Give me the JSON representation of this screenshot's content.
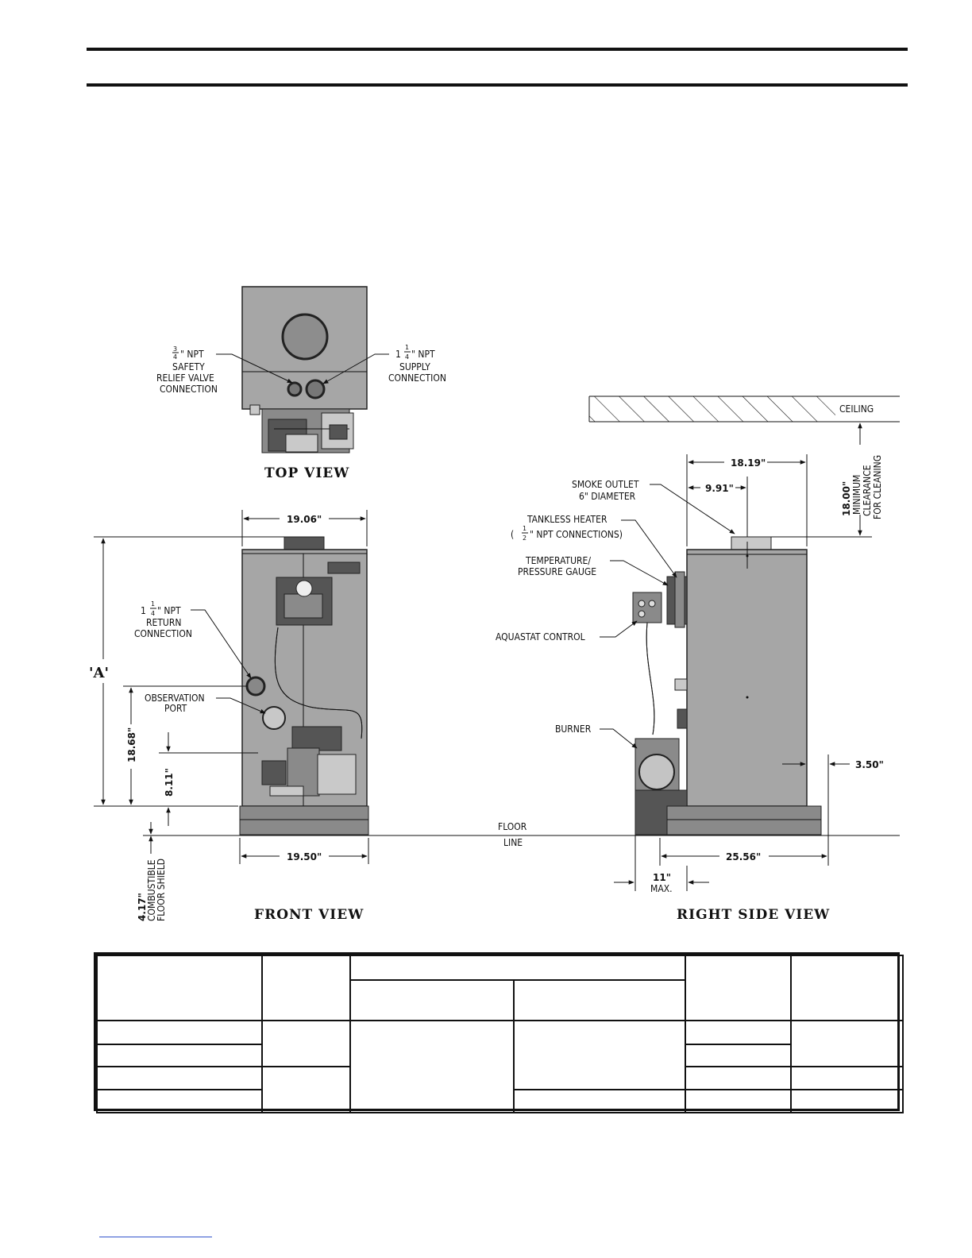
{
  "views": {
    "top": {
      "title": "TOP VIEW"
    },
    "front": {
      "title": "FRONT VIEW"
    },
    "right_side": {
      "title": "RIGHT SIDE VIEW"
    }
  },
  "callouts": {
    "relief_valve": {
      "fraction": "3/4",
      "line1": "\" NPT",
      "line2": "SAFETY",
      "line3": "RELIEF VALVE",
      "line4": "CONNECTION"
    },
    "supply": {
      "whole": "1",
      "fraction": "1/4",
      "line1": "\" NPT",
      "line2": "SUPPLY",
      "line3": "CONNECTION"
    },
    "return": {
      "whole": "1",
      "fraction": "1/4",
      "line1": "\" NPT",
      "line2": "RETURN",
      "line3": "CONNECTION"
    },
    "observation_port": {
      "line1": "OBSERVATION",
      "line2": "PORT"
    },
    "smoke_outlet": {
      "line1": "SMOKE OUTLET",
      "line2": "6\" DIAMETER"
    },
    "tankless_heater": {
      "line1": "TANKLESS HEATER",
      "open": "(",
      "fraction": "1/2",
      "line2": "\" NPT CONNECTIONS)"
    },
    "temp_gauge": {
      "line1": "TEMPERATURE/",
      "line2": "PRESSURE GAUGE"
    },
    "aquastat": {
      "text": "AQUASTAT CONTROL"
    },
    "burner": {
      "text": "BURNER"
    },
    "ceiling": {
      "text": "CEILING"
    },
    "floor_line": {
      "line1": "FLOOR",
      "line2": "LINE"
    },
    "clearance": {
      "value": "18.00\"",
      "line1": "MINIMUM",
      "line2": "CLEARANCE",
      "line3": "FOR CLEANING"
    },
    "floor_shield": {
      "value": "4.17\"",
      "line1": "COMBUSTIBLE",
      "line2": "FLOOR SHIELD"
    }
  },
  "dimensions": {
    "front_top_width": "19.06\"",
    "front_bottom_width": "19.50\"",
    "height_a": "'A'",
    "return_height": "18.68\"",
    "burner_height": "8.11\"",
    "side_width": "18.19\"",
    "smoke_offset": "9.91\"",
    "rear_offset": "3.50\"",
    "base_depth": "25.56\"",
    "burner_max": "11\"",
    "burner_max_label": "MAX."
  }
}
